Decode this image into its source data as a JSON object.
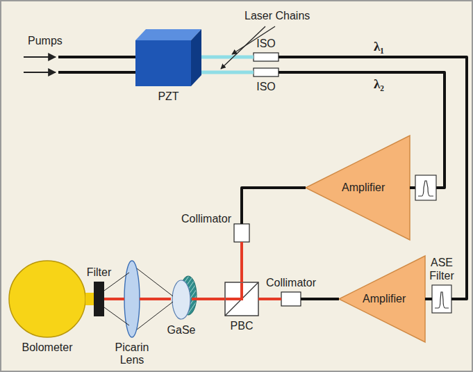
{
  "diagram": {
    "nodes": [
      {
        "text": [
          "PZT"
        ]
      },
      {
        "text": [
          "ISO"
        ]
      },
      {
        "text": [
          "ISO"
        ]
      },
      {
        "text": [
          "Amplifier"
        ]
      },
      {
        "text": [
          "Collimator"
        ]
      },
      {
        "text": [
          "Bolometer"
        ]
      },
      {
        "text": [
          "Filter"
        ]
      },
      {
        "text": [
          "Picarin Lens"
        ]
      },
      {
        "text": [
          "GaSe"
        ]
      },
      {
        "text": [
          "PBC"
        ]
      },
      {
        "text": [
          "Collimator"
        ]
      },
      {
        "text": [
          "Amplifier"
        ]
      },
      {
        "text": [
          "ASE Filter"
        ]
      }
    ],
    "edges": [
      {
        "from": 0,
        "to": 1,
        "arrow": "none"
      },
      {
        "from": 0,
        "to": 2,
        "arrow": "none"
      },
      {
        "from": 1,
        "to": 12,
        "label": "λ₁",
        "arrow": "none"
      },
      {
        "from": 2,
        "to": 3,
        "label": "λ₂",
        "arrow": "none"
      },
      {
        "from": 3,
        "to": 4,
        "arrow": "none"
      },
      {
        "from": 4,
        "to": 9,
        "arrow": "none"
      },
      {
        "from": 12,
        "to": 11,
        "arrow": "none"
      },
      {
        "from": 11,
        "to": 10,
        "arrow": "none"
      },
      {
        "from": 10,
        "to": 9,
        "arrow": "none"
      },
      {
        "from": 9,
        "to": 8,
        "arrow": "none"
      },
      {
        "from": 8,
        "to": 7,
        "arrow": "none"
      },
      {
        "from": 7,
        "to": 6,
        "arrow": "none"
      },
      {
        "from": 6,
        "to": 5,
        "arrow": "none"
      }
    ],
    "labels": [
      "Pumps",
      "Laser Chains"
    ]
  }
}
